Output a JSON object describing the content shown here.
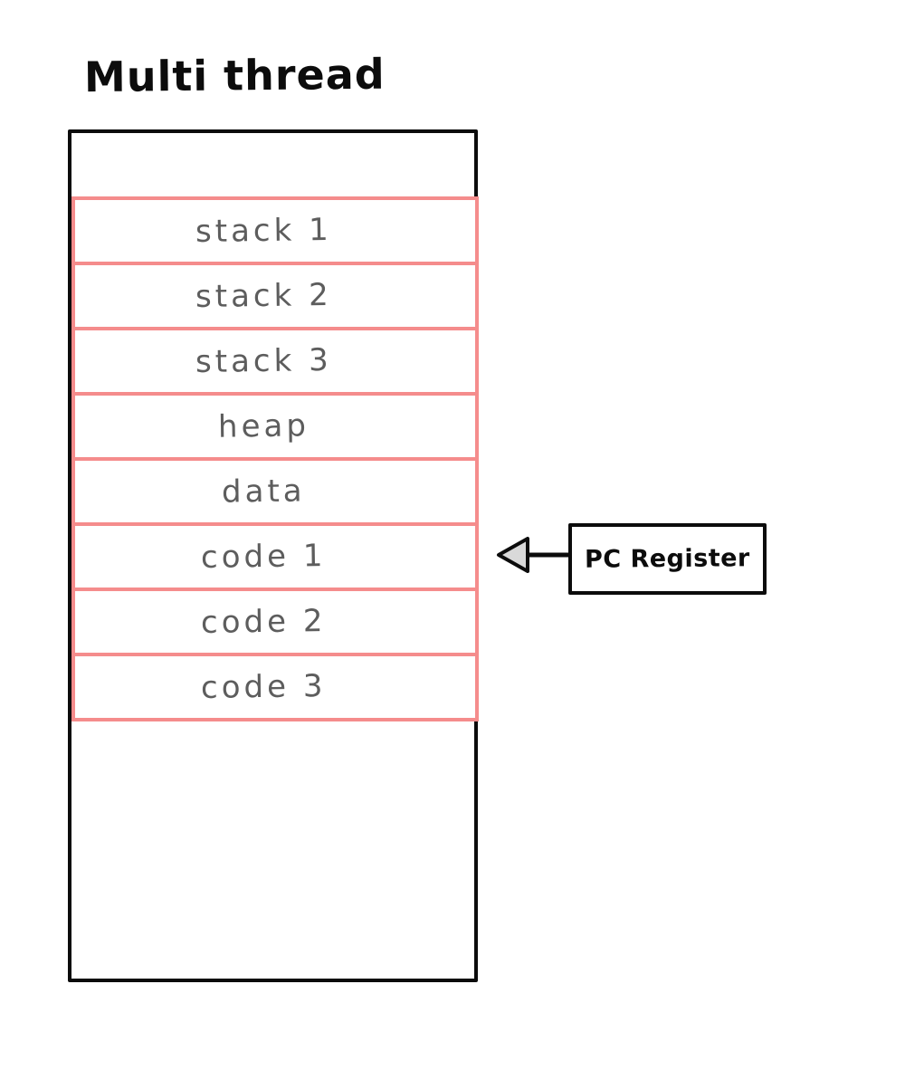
{
  "title": "Multi thread",
  "memory": {
    "rows": [
      {
        "label": "stack 1"
      },
      {
        "label": "stack 2"
      },
      {
        "label": "stack 3"
      },
      {
        "label": "heap"
      },
      {
        "label": "data"
      },
      {
        "label": "code 1"
      },
      {
        "label": "code 2"
      },
      {
        "label": "code 3"
      }
    ]
  },
  "annotation": {
    "label": "PC Register",
    "target_row": "code 1"
  },
  "colors": {
    "row_border": "#f58c8c",
    "row_label": "#5d5d5d",
    "outline": "#0c0c0c",
    "arrowhead_fill": "#d9d9d9"
  }
}
